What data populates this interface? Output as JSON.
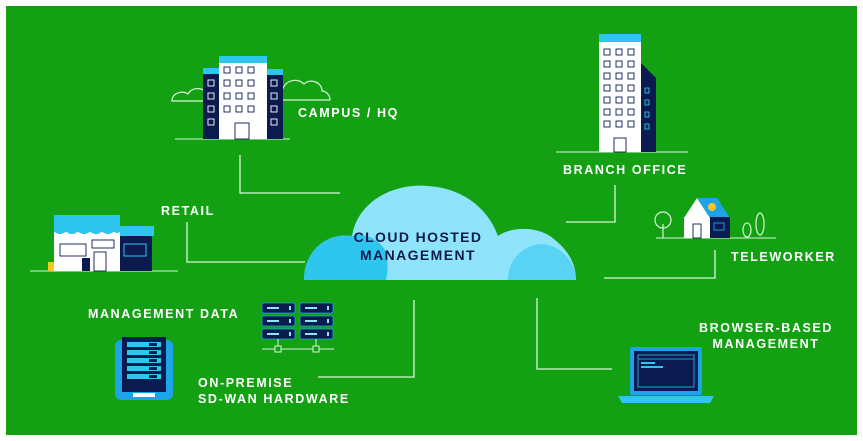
{
  "diagram": {
    "center": {
      "line1": "CLOUD HOSTED",
      "line2": "MANAGEMENT"
    },
    "nodes": {
      "campus": "CAMPUS / HQ",
      "branch": "BRANCH OFFICE",
      "retail": "RETAIL",
      "teleworker": "TELEWORKER",
      "management_data": "MANAGEMENT DATA",
      "browser": {
        "line1": "BROWSER-BASED",
        "line2": "MANAGEMENT"
      },
      "on_premise": {
        "line1": "ON-PREMISE",
        "line2": "SD-WAN HARDWARE"
      }
    },
    "icons": {
      "cloud": "cloud-icon",
      "campus": "campus-building-icon",
      "branch": "office-tower-icon",
      "retail": "storefront-icon",
      "teleworker": "house-icon",
      "management_data": "server-rack-icon",
      "on_premise": "sdwan-hardware-icon",
      "browser": "laptop-icon"
    },
    "colors": {
      "background": "#13a113",
      "cloud_light": "#8fe4fb",
      "cloud_mid": "#2ec5ef",
      "navy": "#0b1a4f",
      "connector": "#d8f5d8",
      "accent_blue": "#1ea3e8",
      "accent_yellow": "#f7c71c",
      "label_text": "#ffffff"
    }
  }
}
